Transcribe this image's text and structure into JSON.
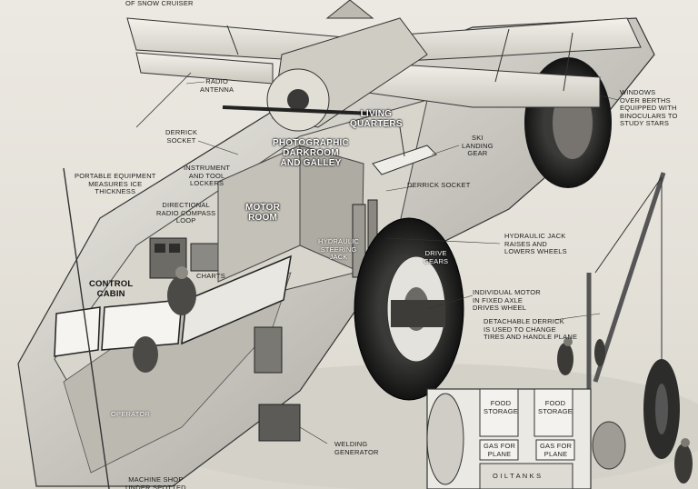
{
  "labels": {
    "snow_cruiser": "OF SNOW CRUISER",
    "radio_antenna": "RADIO\nANTENNA",
    "windows": "WINDOWS\nOVER BERTHS\nEQUIPPED WITH\nBINOCULARS TO\nSTUDY STARS",
    "living_quarters": "LIVING\nQUARTERS",
    "derrick_socket_top": "DERRICK\nSOCKET",
    "ski_landing_gear": "SKI\nLANDING\nGEAR",
    "photo_darkroom": "PHOTOGRAPHIC\nDARKROOM\nAND GALLEY",
    "portable_equipment": "PORTABLE EQUIPMENT\nMEASURES ICE\nTHICKNESS",
    "instrument_lockers": "INSTRUMENT\nAND TOOL\nLOCKERS",
    "derrick_socket_mid": "DERRICK SOCKET",
    "radio_compass": "DIRECTIONAL\nRADIO COMPASS\nLOOP",
    "motor_room": "MOTOR\nROOM",
    "hydraulic_steering": "HYDRAULIC\nSTEERING\nJACK",
    "hydraulic_jack": "HYDRAULIC JACK\nRAISES AND\nLOWERS WHEELS",
    "drive_gears": "DRIVE\nGEARS",
    "control_cabin": "CONTROL\nCABIN",
    "charts": "CHARTS",
    "individual_motor": "INDIVIDUAL MOTOR\nIN FIXED AXLE\nDRIVES WHEEL",
    "detachable_derrick": "DETACHABLE DERRICK\nIS USED TO CHANGE\nTIRES AND HANDLE PLANE",
    "operator": "OPERATOR",
    "welding_generator": "WELDING\nGENERATOR",
    "machine_shop": "MACHINE SHOP\nUNDER SPOTTED"
  },
  "plan": {
    "food_storage_left": "FOOD\nSTORAGE",
    "food_storage_right": "FOOD\nSTORAGE",
    "gas_left": "GAS FOR\nPLANE",
    "gas_right": "GAS FOR\nPLANE",
    "oil_tanks": "O I L T A N K S"
  }
}
